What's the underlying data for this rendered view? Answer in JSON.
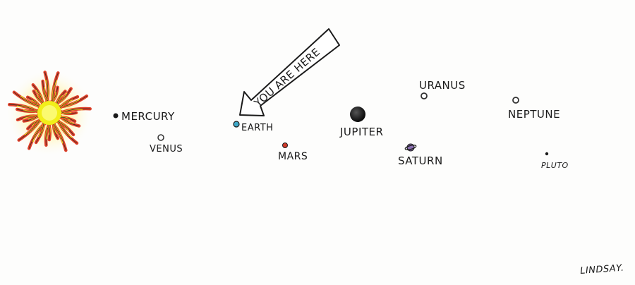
{
  "arrow_label": "YOU ARE HERE",
  "planets": [
    {
      "id": "mercury",
      "name": "MERCURY",
      "color": "#1a1a1a"
    },
    {
      "id": "venus",
      "name": "VENUS",
      "color": "#ffffff"
    },
    {
      "id": "earth",
      "name": "EARTH",
      "color": "#3fa9c9"
    },
    {
      "id": "mars",
      "name": "MARS",
      "color": "#d03a2a"
    },
    {
      "id": "jupiter",
      "name": "JUPITER",
      "color": "#111111"
    },
    {
      "id": "saturn",
      "name": "SATURN",
      "color": "#8a6fb0"
    },
    {
      "id": "uranus",
      "name": "URANUS",
      "color": "#ffffff"
    },
    {
      "id": "neptune",
      "name": "NEPTUNE",
      "color": "#ffffff"
    },
    {
      "id": "pluto",
      "name": "PLUTO",
      "color": "#1a1a1a"
    }
  ],
  "signature": "LINDSAY."
}
